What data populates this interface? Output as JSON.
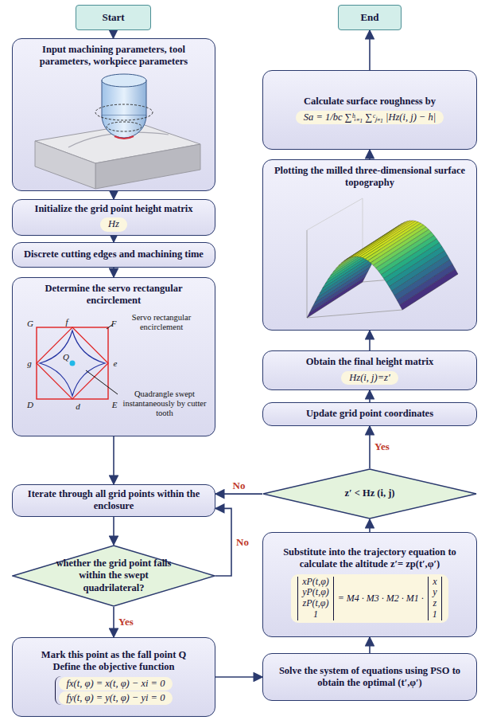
{
  "diagram": {
    "nodes": [
      {
        "text": [
          "Start"
        ]
      },
      {
        "text": [
          "Input machining parameters, tool parameters, workpiece parameters"
        ]
      },
      {
        "text": [
          "Initialize the grid point height matrix",
          "Hz"
        ]
      },
      {
        "text": [
          "Discrete cutting edges and machining time"
        ]
      },
      {
        "text": [
          "Determine the servo rectangular encirclement"
        ]
      },
      {
        "text": [
          "Iterate through all grid points within the enclosure"
        ]
      },
      {
        "text": [
          "whether the grid point falls within the swept quadrilateral?"
        ]
      },
      {
        "text": [
          "Mark this point as the fall point Q",
          "Define the objective function",
          "fx(t, φ) = x(t, φ) − xi = 0",
          "fy(t, φ) = y(t, φ) − yi = 0"
        ]
      },
      {
        "text": [
          "Solve the system of equations using PSO to obtain the optimal (t′,φ′)"
        ]
      },
      {
        "text": [
          "Substitute into the trajectory equation to calculate the altitude z′= zp(t′,φ′)",
          "xP(t,φ)",
          "yP(t,φ)",
          "zP(t,φ)",
          "1",
          "= M4 · M3 · M2 · M1 ·",
          "x",
          "y",
          "z",
          "1"
        ]
      },
      {
        "text": [
          "z′ < Hz (i, j)"
        ]
      },
      {
        "text": [
          "Update grid point coordinates"
        ]
      },
      {
        "text": [
          "Obtain the final height matrix",
          "Hz(i, j)=z′"
        ]
      },
      {
        "text": [
          "Plotting the milled three-dimensional surface topography"
        ]
      },
      {
        "text": [
          "Calculate surface roughness by",
          "Sa = 1/bc ∑ᵇᵢ₌₁ ∑ᶜⱼ₌₁ |Hz(i, j) − h|"
        ]
      },
      {
        "text": [
          "End"
        ]
      }
    ],
    "edges": [
      {
        "from": 0,
        "to": 1,
        "arrow": "to"
      },
      {
        "from": 1,
        "to": 2,
        "arrow": "to"
      },
      {
        "from": 2,
        "to": 3,
        "arrow": "to"
      },
      {
        "from": 3,
        "to": 4,
        "arrow": "to"
      },
      {
        "from": 4,
        "to": 5,
        "arrow": "to"
      },
      {
        "from": 5,
        "to": 6,
        "arrow": "to"
      },
      {
        "from": 6,
        "to": 7,
        "label": "Yes",
        "arrow": "to"
      },
      {
        "from": 6,
        "to": 5,
        "label": "No",
        "arrow": "to"
      },
      {
        "from": 7,
        "to": 8,
        "arrow": "to"
      },
      {
        "from": 8,
        "to": 9,
        "arrow": "to"
      },
      {
        "from": 9,
        "to": 10,
        "arrow": "to"
      },
      {
        "from": 10,
        "to": 11,
        "label": "Yes",
        "arrow": "to"
      },
      {
        "from": 10,
        "to": 5,
        "label": "No",
        "arrow": "to"
      },
      {
        "from": 11,
        "to": 12,
        "arrow": "to"
      },
      {
        "from": 12,
        "to": 13,
        "arrow": "to"
      },
      {
        "from": 13,
        "to": 14,
        "arrow": "to"
      },
      {
        "from": 14,
        "to": 15,
        "arrow": "to"
      }
    ],
    "labels": [
      "Servo rectangular encirclement",
      "G",
      "f",
      "F",
      "g",
      "Q",
      "e",
      "D",
      "d",
      "E",
      "Quadrangle swept instantaneously by cutter tooth"
    ]
  }
}
